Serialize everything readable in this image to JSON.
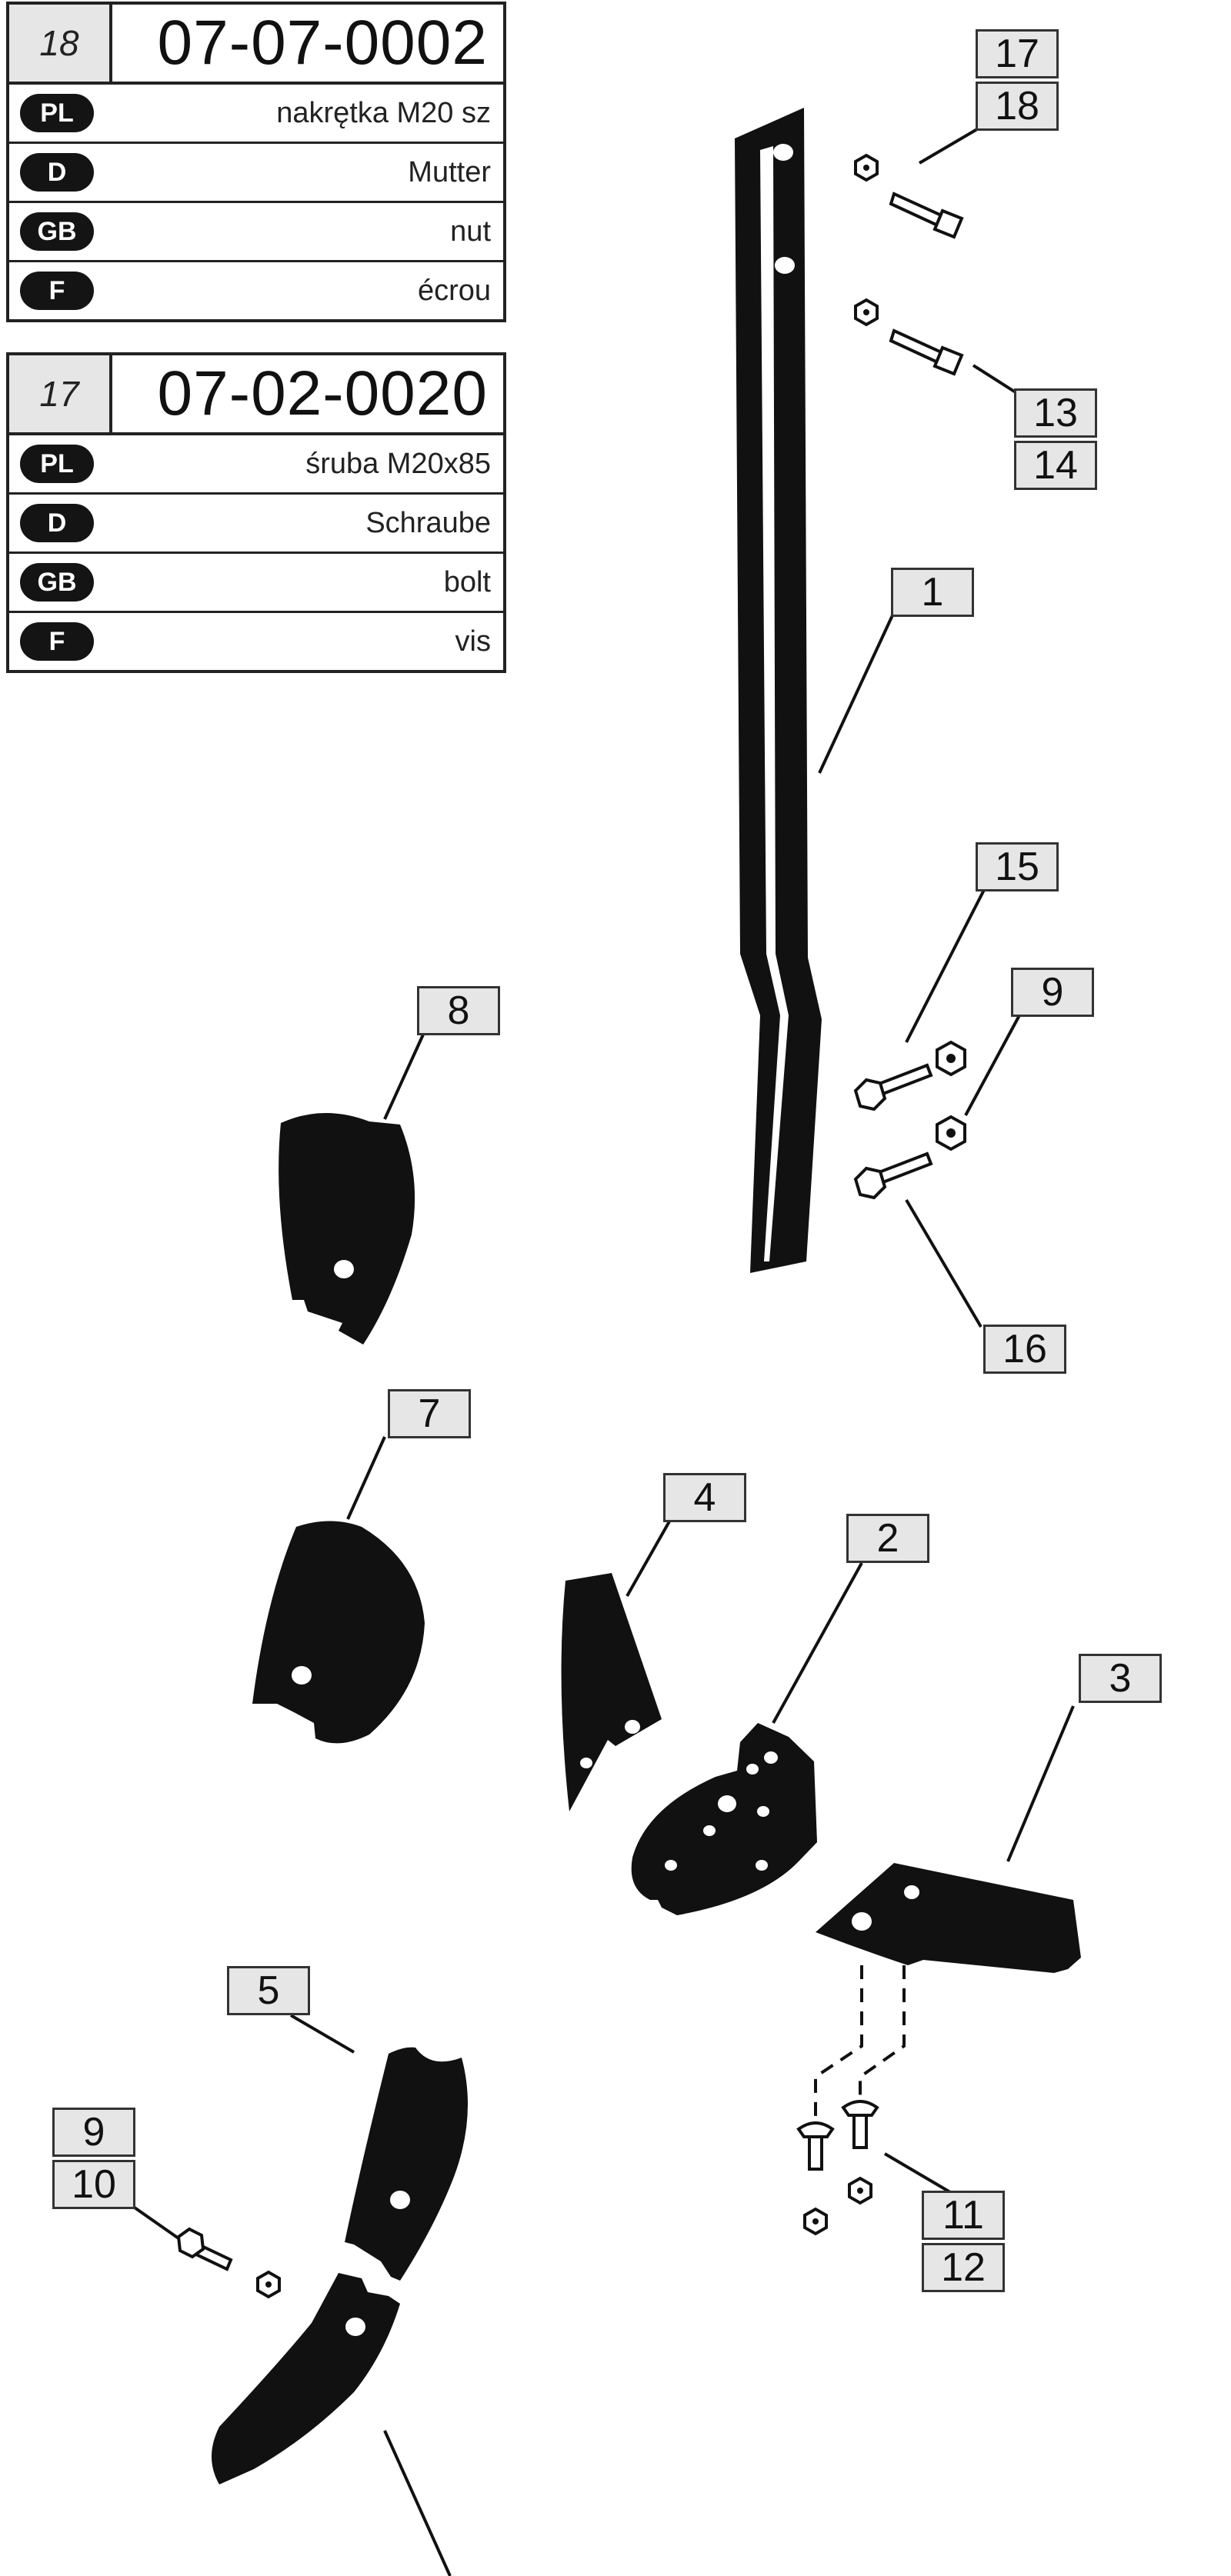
{
  "cards": [
    {
      "index": "18",
      "code": "07-07-0002",
      "rows": [
        {
          "lang": "PL",
          "text": "nakrętka M20 sz"
        },
        {
          "lang": "D",
          "text": "Mutter"
        },
        {
          "lang": "GB",
          "text": "nut"
        },
        {
          "lang": "F",
          "text": "écrou"
        }
      ]
    },
    {
      "index": "17",
      "code": "07-02-0020",
      "rows": [
        {
          "lang": "PL",
          "text": "śruba M20x85"
        },
        {
          "lang": "D",
          "text": "Schraube"
        },
        {
          "lang": "GB",
          "text": "bolt"
        },
        {
          "lang": "F",
          "text": "vis"
        }
      ]
    }
  ],
  "callouts": {
    "c17a": "17",
    "c18a": "18",
    "c13": "13",
    "c14": "14",
    "c1": "1",
    "c15": "15",
    "c9a": "9",
    "c16": "16",
    "c8": "8",
    "c7": "7",
    "c4": "4",
    "c2": "2",
    "c3": "3",
    "c5": "5",
    "c9b": "9",
    "c10": "10",
    "c11": "11",
    "c12": "12"
  },
  "colors": {
    "ink": "#111111",
    "callout_fill": "#e6e6e6",
    "card_index_fill": "#e6e6e6",
    "badge": "#141414"
  }
}
